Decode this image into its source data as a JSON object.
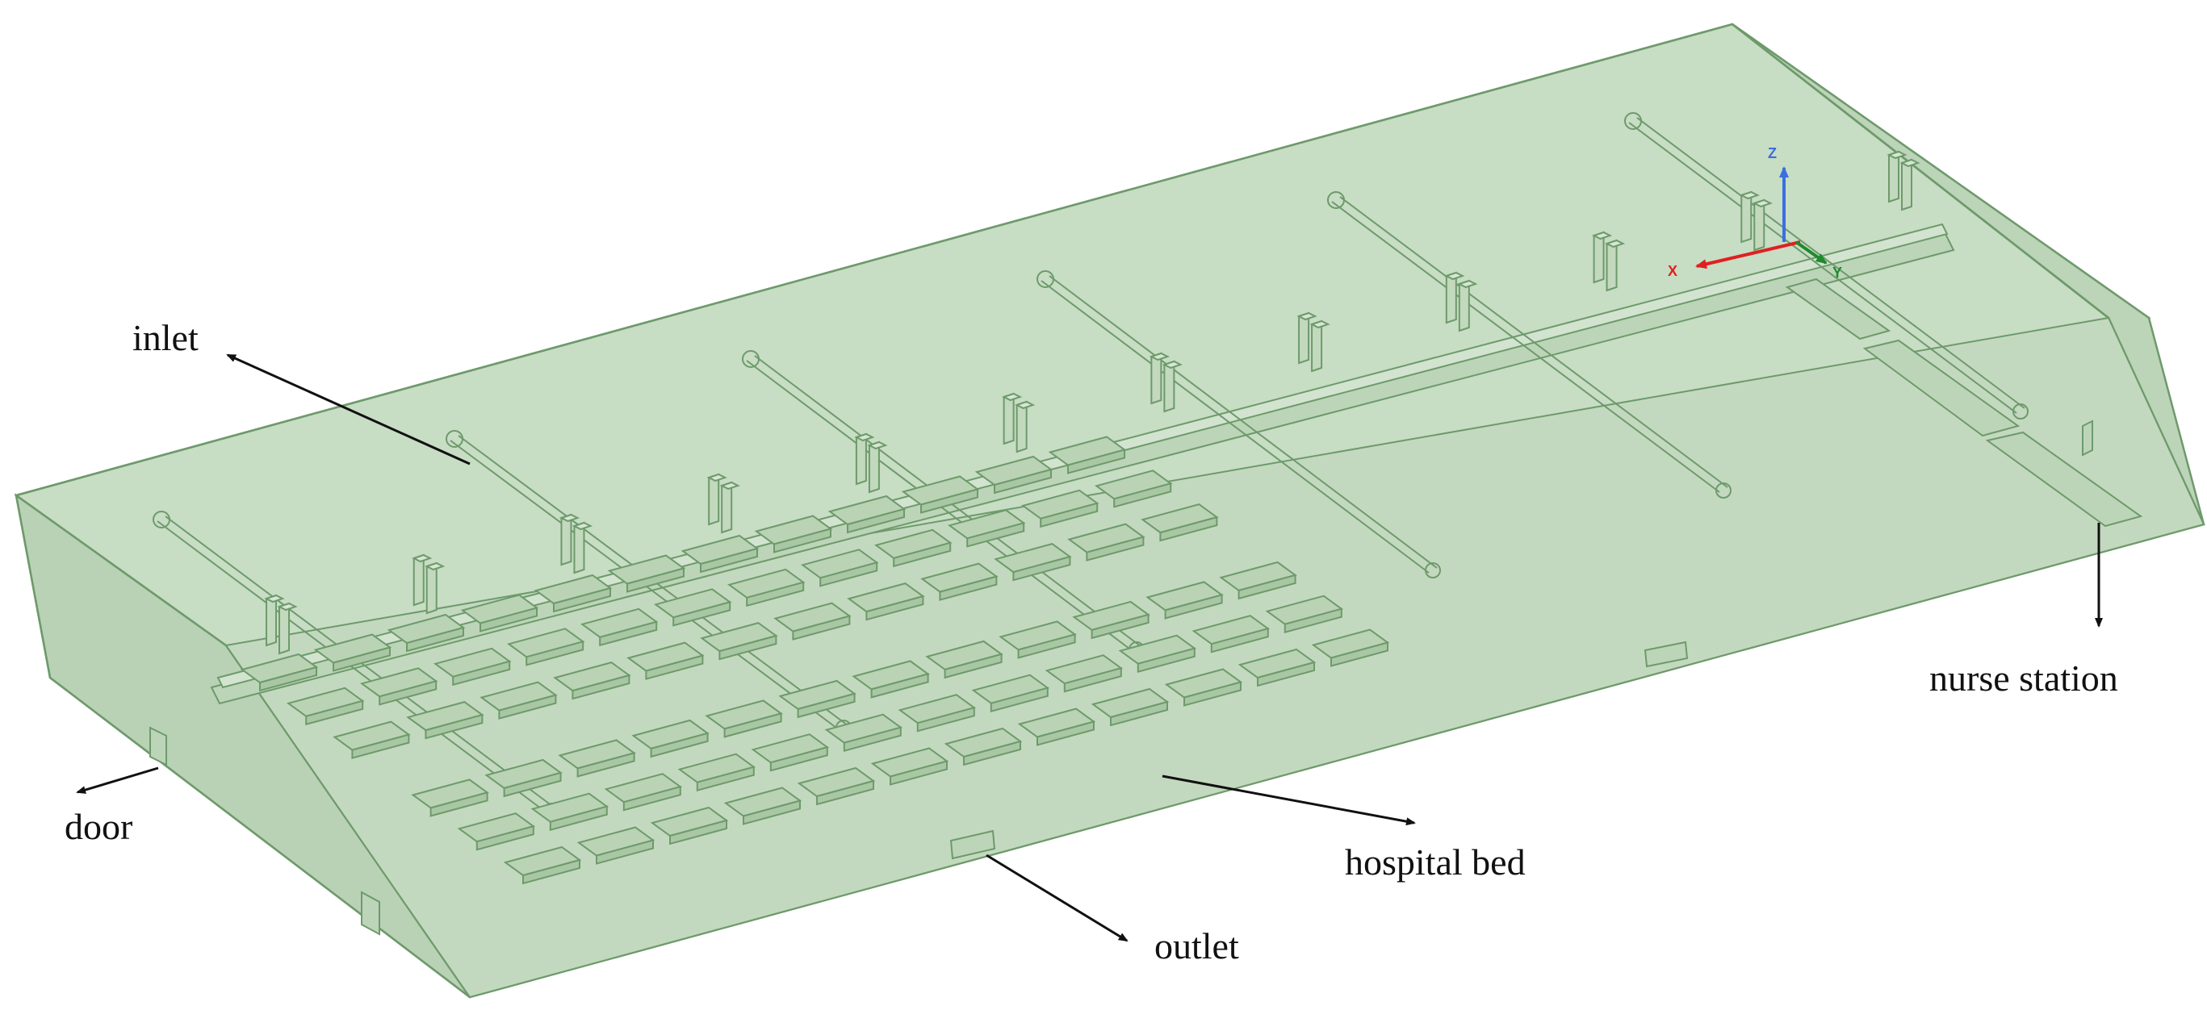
{
  "labels": {
    "inlet": "inlet",
    "door": "door",
    "hospital_bed": "hospital bed",
    "outlet": "outlet",
    "nurse_station": "nurse station"
  },
  "axes": {
    "z": "Z",
    "x": "X",
    "y": "Y"
  },
  "colors": {
    "room_fill": "#c9dfc6",
    "room_edge": "#6e9a6b",
    "bed_fill": "#b9d3b4",
    "axis_x": "#e02020",
    "axis_y": "#1f8a2e",
    "axis_z": "#3a6fe0",
    "label_text": "#111111"
  },
  "icons": {
    "axis_triad": "xyz-axis-triad-icon",
    "arrow": "arrow-icon"
  }
}
